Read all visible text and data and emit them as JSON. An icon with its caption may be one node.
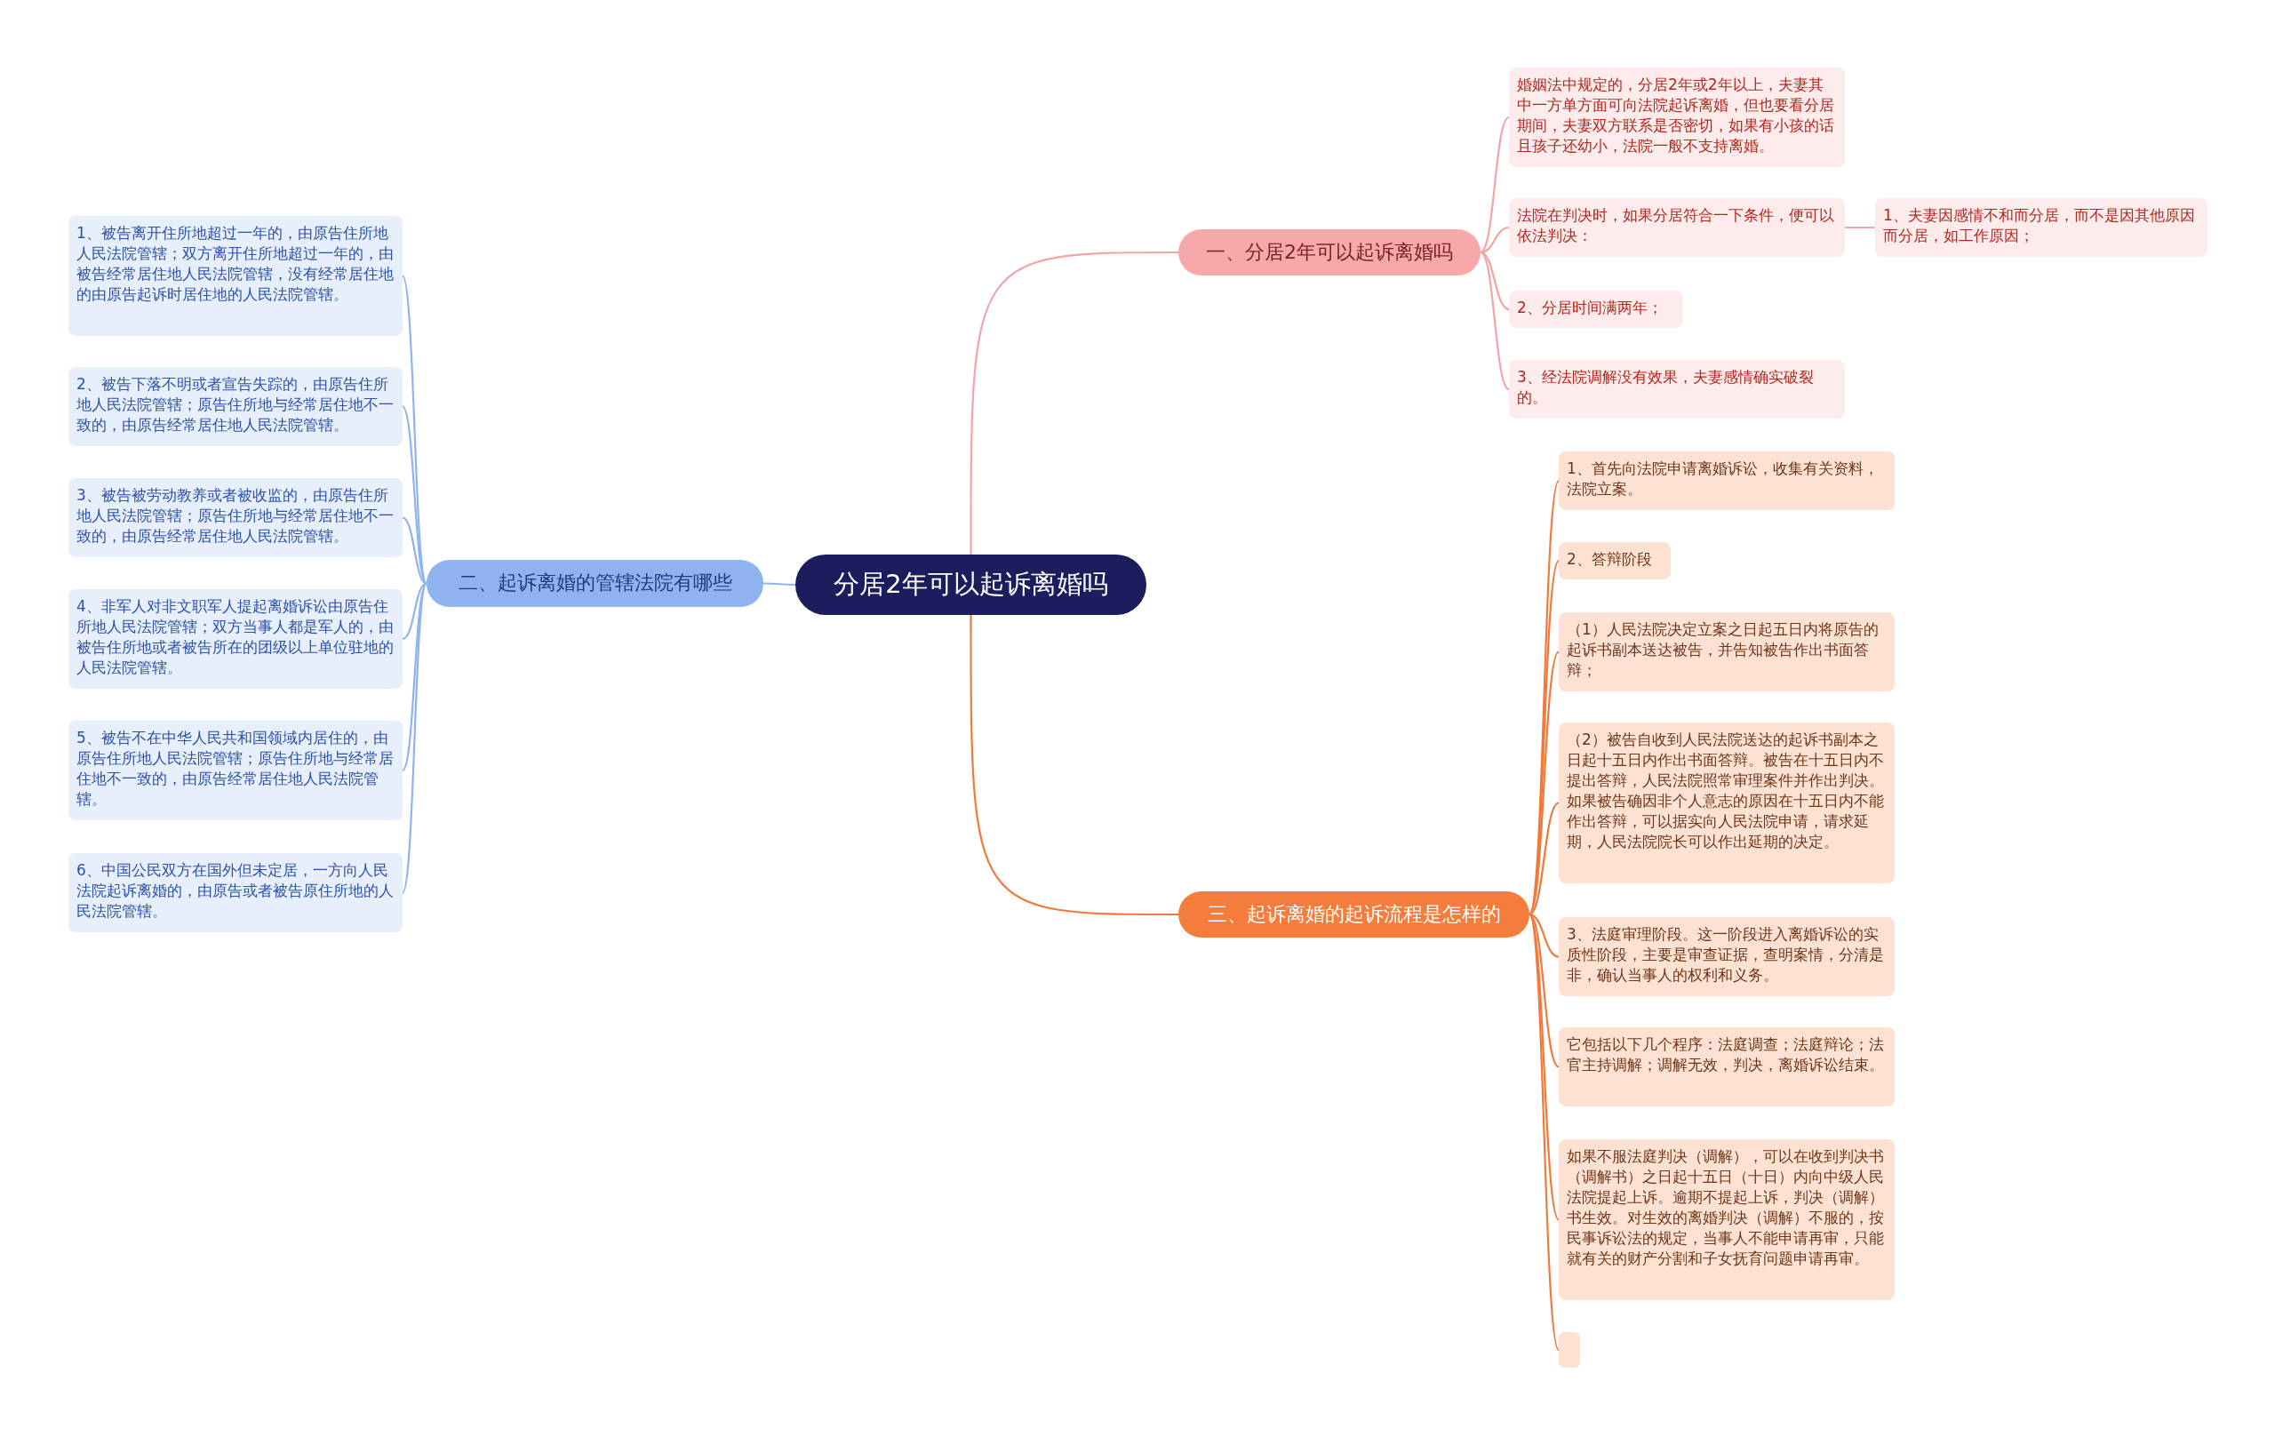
{
  "diagram": {
    "nodes": [
      {
        "text": [
          "分居2年可以起诉离婚吗"
        ]
      },
      {
        "text": [
          "一、分居2年可以起诉离婚吗"
        ]
      },
      {
        "text": [
          "婚姻法中规定的，分居2年或2年以上，夫妻其中一方单方面可向法院起诉离婚，但也要看分居期间，夫妻双方联系是否密切，如果有小孩的话且孩子还幼小，法院一般不支持离婚。"
        ]
      },
      {
        "text": [
          "法院在判决时，如果分居符合一下条件，便可以依法判决："
        ]
      },
      {
        "text": [
          "1、夫妻因感情不和而分居，而不是因其他原因而分居，如工作原因；"
        ]
      },
      {
        "text": [
          "2、分居时间满两年；"
        ]
      },
      {
        "text": [
          "3、经法院调解没有效果，夫妻感情确实破裂的。"
        ]
      },
      {
        "text": [
          "二、起诉离婚的管辖法院有哪些"
        ]
      },
      {
        "text": [
          "1、被告离开住所地超过一年的，由原告住所地人民法院管辖；双方离开住所地超过一年的，由被告经常居住地人民法院管辖，没有经常居住地的由原告起诉时居住地的人民法院管辖。"
        ]
      },
      {
        "text": [
          "2、被告下落不明或者宣告失踪的，由原告住所地人民法院管辖；原告住所地与经常居住地不一致的，由原告经常居住地人民法院管辖。"
        ]
      },
      {
        "text": [
          "3、被告被劳动教养或者被收监的，由原告住所地人民法院管辖；原告住所地与经常居住地不一致的，由原告经常居住地人民法院管辖。"
        ]
      },
      {
        "text": [
          "4、非军人对非文职军人提起离婚诉讼由原告住所地人民法院管辖；双方当事人都是军人的，由被告住所地或者被告所在的团级以上单位驻地的人民法院管辖。"
        ]
      },
      {
        "text": [
          "5、被告不在中华人民共和国领域内居住的，由原告住所地人民法院管辖；原告住所地与经常居住地不一致的，由原告经常居住地人民法院管辖。"
        ]
      },
      {
        "text": [
          "6、中国公民双方在国外但未定居，一方向人民法院起诉离婚的，由原告或者被告原住所地的人民法院管辖。"
        ]
      },
      {
        "text": [
          "三、起诉离婚的起诉流程是怎样的"
        ]
      },
      {
        "text": [
          "1、首先向法院申请离婚诉讼，收集有关资料，法院立案。"
        ]
      },
      {
        "text": [
          "2、答辩阶段"
        ]
      },
      {
        "text": [
          "（1）人民法院决定立案之日起五日内将原告的起诉书副本送达被告，并告知被告作出书面答辩；"
        ]
      },
      {
        "text": [
          "（2）被告自收到人民法院送达的起诉书副本之日起十五日内作出书面答辩。被告在十五日内不提出答辩，人民法院照常审理案件并作出判决。如果被告确因非个人意志的原因在十五日内不能作出答辩，可以据实向人民法院申请，请求延期，人民法院院长可以作出延期的决定。"
        ]
      },
      {
        "text": [
          "3、法庭审理阶段。这一阶段进入离婚诉讼的实质性阶段，主要是审查证据，查明案情，分清是非，确认当事人的权利和义务。"
        ]
      },
      {
        "text": [
          "它包括以下几个程序：法庭调查；法庭辩论；法官主持调解；调解无效，判决，离婚诉讼结束。"
        ]
      },
      {
        "text": [
          "如果不服法庭判决（调解），可以在收到判决书（调解书）之日起十五日（十日）内向中级人民法院提起上诉。逾期不提起上诉，判决（调解）书生效。对生效的离婚判决（调解）不服的，按民事诉讼法的规定，当事人不能申请再审，只能就有关的财产分割和子女抚育问题申请再审。"
        ]
      },
      {
        "text": [],
        "shape": "box"
      }
    ],
    "edges": [
      {
        "from": 0,
        "to": 1,
        "arrow": "none",
        "color": "#f2a5a5"
      },
      {
        "from": 1,
        "to": 2,
        "arrow": "none",
        "color": "#f2a5a5"
      },
      {
        "from": 1,
        "to": 3,
        "arrow": "none",
        "color": "#f2a5a5"
      },
      {
        "from": 3,
        "to": 4,
        "arrow": "none",
        "color": "#f2a5a5"
      },
      {
        "from": 1,
        "to": 5,
        "arrow": "none",
        "color": "#f2a5a5"
      },
      {
        "from": 1,
        "to": 6,
        "arrow": "none",
        "color": "#f2a5a5"
      },
      {
        "from": 0,
        "to": 7,
        "arrow": "none",
        "color": "#8fb3ef"
      },
      {
        "from": 7,
        "to": 8,
        "arrow": "none",
        "color": "#8fb3ef"
      },
      {
        "from": 7,
        "to": 9,
        "arrow": "none",
        "color": "#8fb3ef"
      },
      {
        "from": 7,
        "to": 10,
        "arrow": "none",
        "color": "#8fb3ef"
      },
      {
        "from": 7,
        "to": 11,
        "arrow": "none",
        "color": "#8fb3ef"
      },
      {
        "from": 7,
        "to": 12,
        "arrow": "none",
        "color": "#8fb3ef"
      },
      {
        "from": 7,
        "to": 13,
        "arrow": "none",
        "color": "#8fb3ef"
      },
      {
        "from": 0,
        "to": 14,
        "arrow": "none",
        "color": "#f07a3a"
      },
      {
        "from": 14,
        "to": 15,
        "arrow": "none",
        "color": "#f07a3a"
      },
      {
        "from": 14,
        "to": 16,
        "arrow": "none",
        "color": "#f07a3a"
      },
      {
        "from": 14,
        "to": 17,
        "arrow": "none",
        "color": "#f07a3a"
      },
      {
        "from": 14,
        "to": 18,
        "arrow": "none",
        "color": "#f07a3a"
      },
      {
        "from": 14,
        "to": 19,
        "arrow": "none",
        "color": "#f07a3a"
      },
      {
        "from": 14,
        "to": 20,
        "arrow": "none",
        "color": "#f07a3a"
      },
      {
        "from": 14,
        "to": 21,
        "arrow": "none",
        "color": "#f07a3a"
      },
      {
        "from": 14,
        "to": 22,
        "arrow": "none",
        "color": "#f07a3a"
      }
    ]
  }
}
